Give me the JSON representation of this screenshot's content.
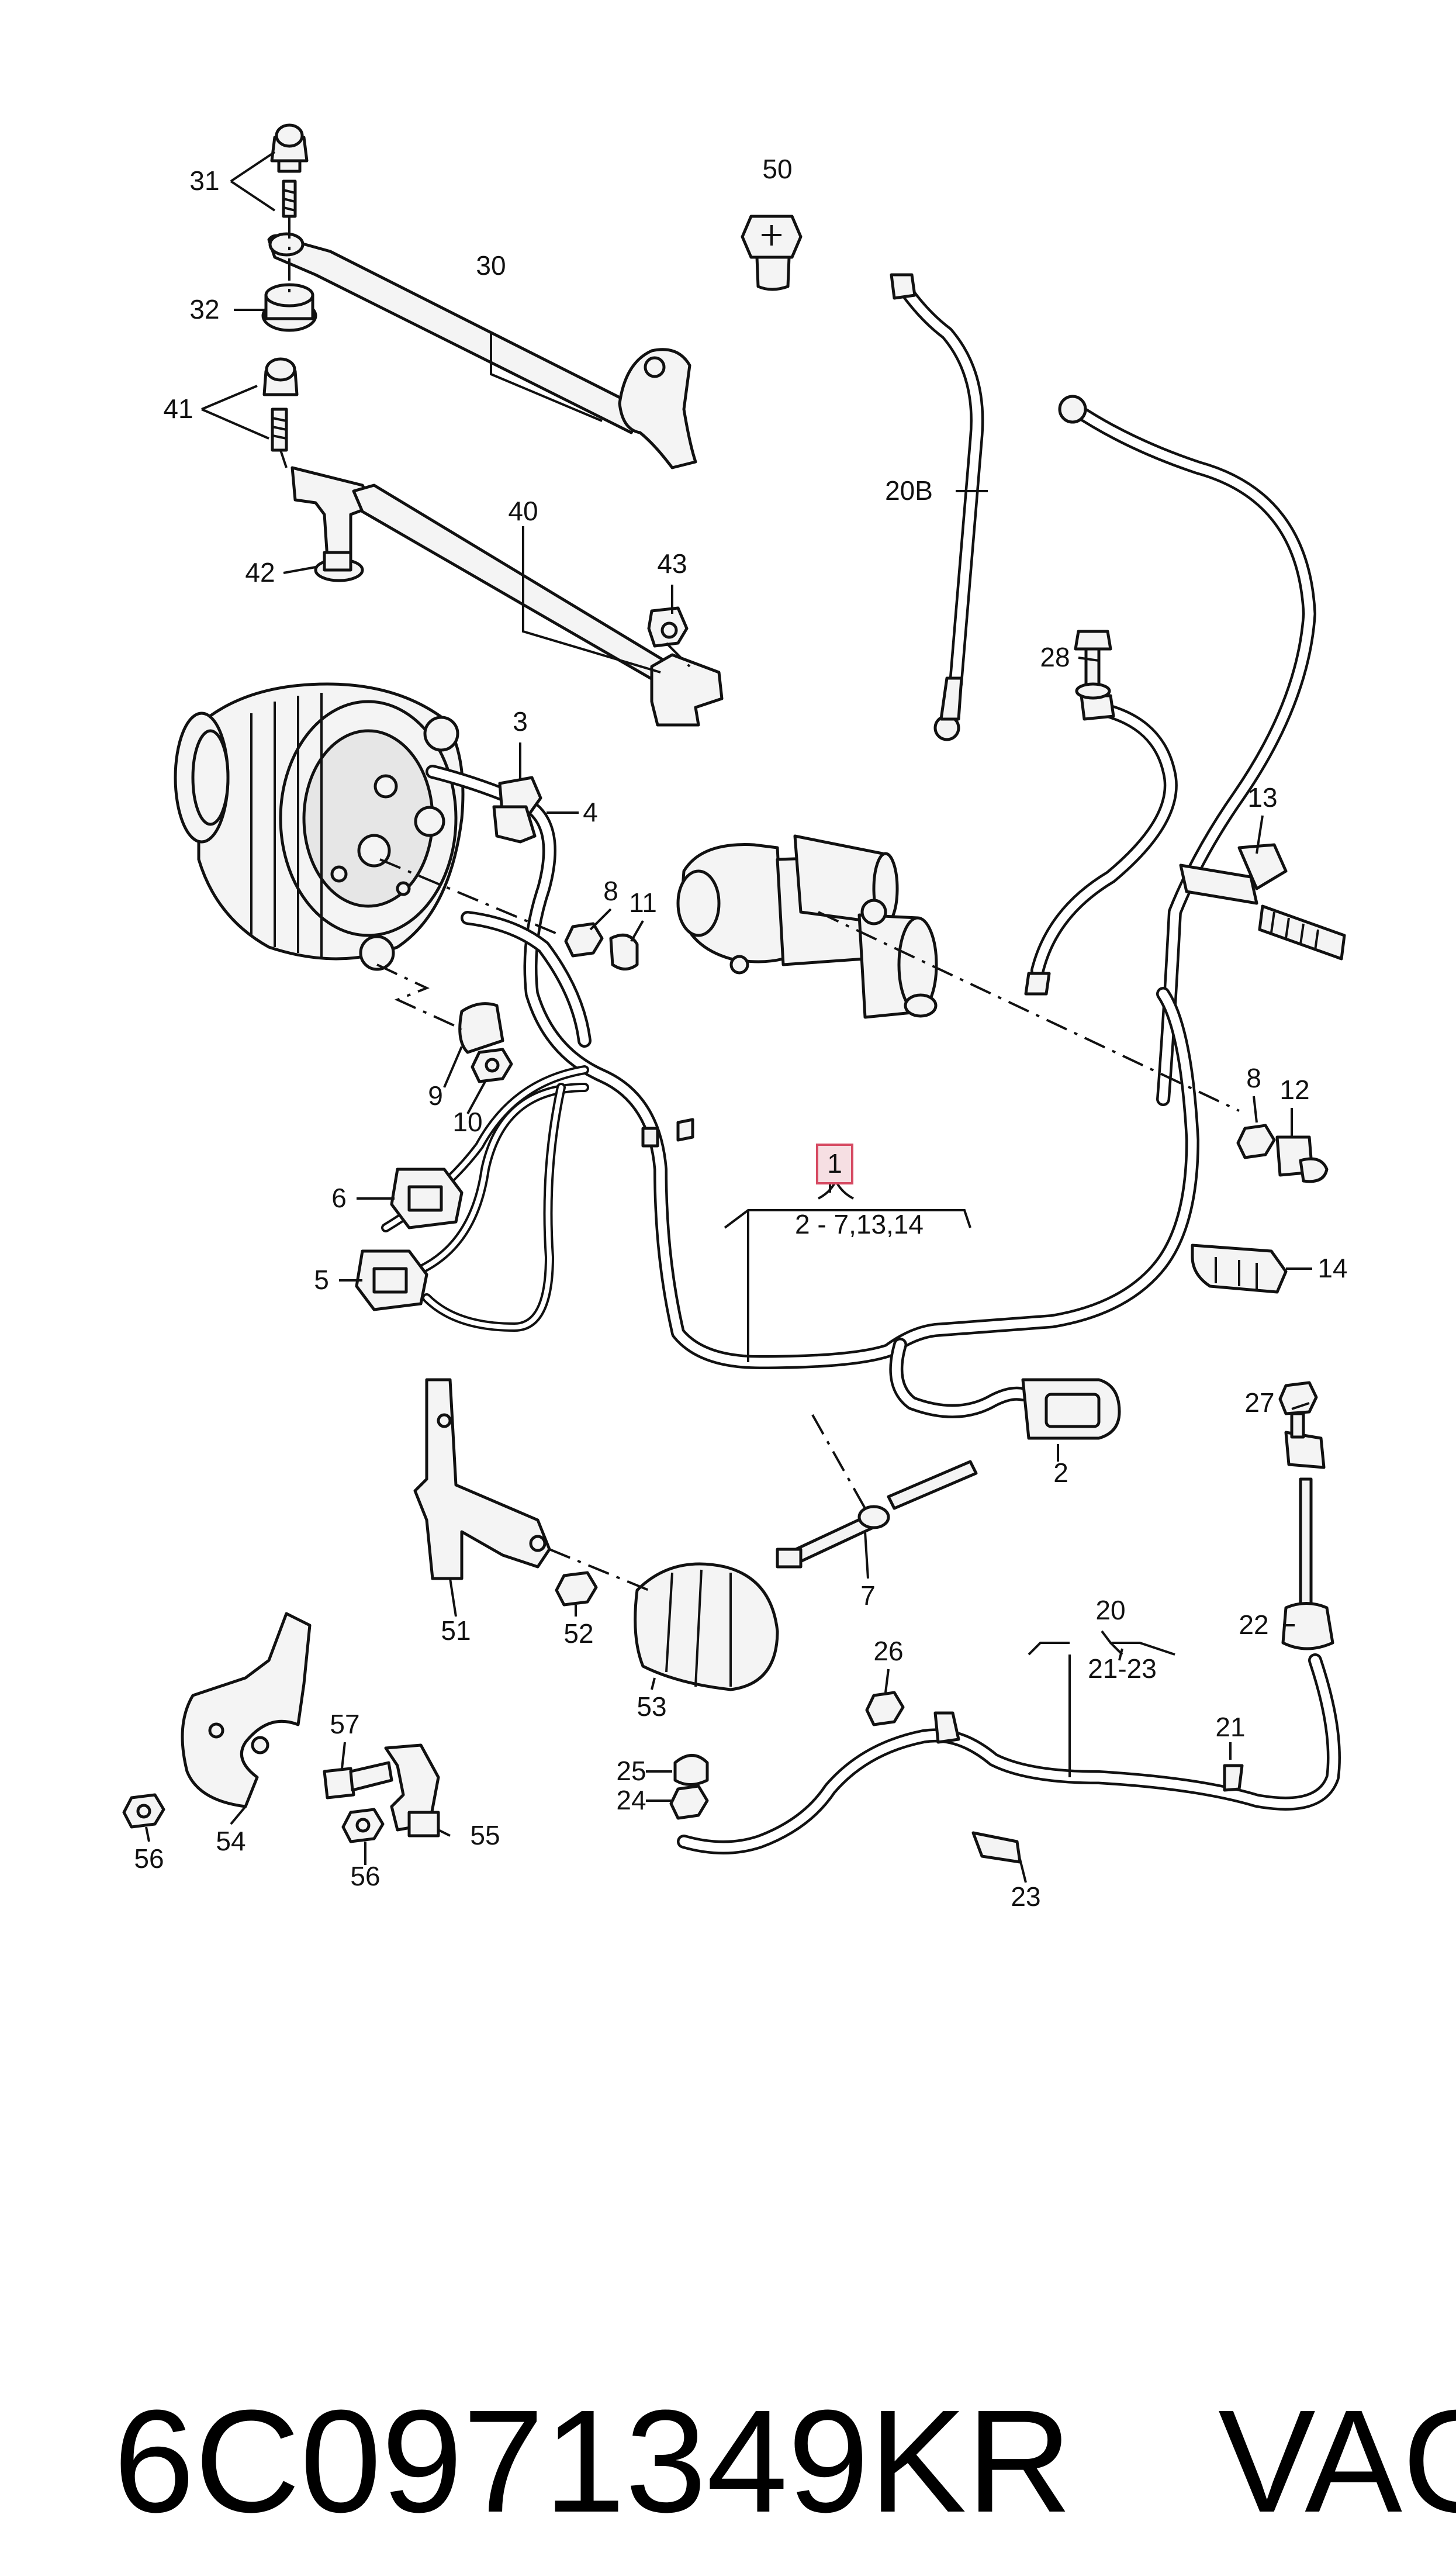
{
  "part_number": "6C0971349KR",
  "brand": "VAG",
  "callouts": {
    "c1": "1",
    "c1_range": "2 - 7,13,14",
    "c2": "2",
    "c3": "3",
    "c4": "4",
    "c5": "5",
    "c6": "6",
    "c7": "7",
    "c8a": "8",
    "c8b": "8",
    "c9": "9",
    "c10": "10",
    "c11": "11",
    "c12": "12",
    "c13": "13",
    "c14": "14",
    "c20": "20",
    "c20_range": "21-23",
    "c20B": "20B",
    "c21": "21",
    "c22": "22",
    "c23": "23",
    "c24": "24",
    "c25": "25",
    "c26": "26",
    "c27": "27",
    "c28": "28",
    "c30": "30",
    "c31": "31",
    "c32": "32",
    "c40": "40",
    "c41": "41",
    "c42": "42",
    "c43": "43",
    "c50": "50",
    "c51": "51",
    "c52": "52",
    "c53": "53",
    "c54": "54",
    "c55": "55",
    "c56a": "56",
    "c56b": "56",
    "c57": "57"
  },
  "colors": {
    "highlight_fill": "#f6dfe3",
    "highlight_stroke": "#d64a62",
    "line": "#111111"
  }
}
